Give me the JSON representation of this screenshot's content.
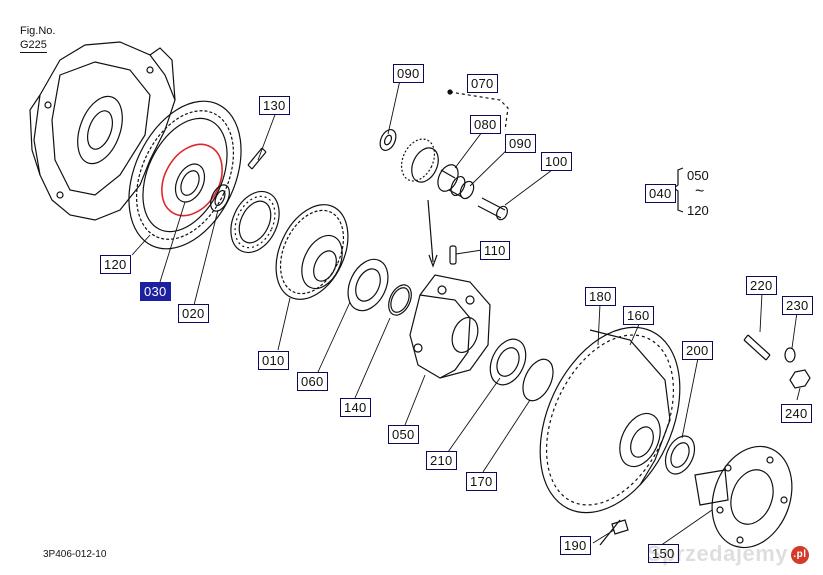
{
  "header": {
    "fig_label": "Fig.No.",
    "fig_number": "G225"
  },
  "footer": {
    "drawing_code": "3P406-012-10"
  },
  "range_note": {
    "from": "050",
    "to": "120",
    "tilde": "~"
  },
  "callouts": [
    {
      "id": "090a",
      "label": "090",
      "selected": false
    },
    {
      "id": "070",
      "label": "070",
      "selected": false
    },
    {
      "id": "130",
      "label": "130",
      "selected": false
    },
    {
      "id": "080",
      "label": "080",
      "selected": false
    },
    {
      "id": "090b",
      "label": "090",
      "selected": false
    },
    {
      "id": "100",
      "label": "100",
      "selected": false
    },
    {
      "id": "040",
      "label": "040",
      "selected": false
    },
    {
      "id": "110",
      "label": "110",
      "selected": false
    },
    {
      "id": "120",
      "label": "120",
      "selected": false
    },
    {
      "id": "030",
      "label": "030",
      "selected": true
    },
    {
      "id": "220",
      "label": "220",
      "selected": false
    },
    {
      "id": "180",
      "label": "180",
      "selected": false
    },
    {
      "id": "230",
      "label": "230",
      "selected": false
    },
    {
      "id": "020",
      "label": "020",
      "selected": false
    },
    {
      "id": "160",
      "label": "160",
      "selected": false
    },
    {
      "id": "200",
      "label": "200",
      "selected": false
    },
    {
      "id": "010",
      "label": "010",
      "selected": false
    },
    {
      "id": "060",
      "label": "060",
      "selected": false
    },
    {
      "id": "240",
      "label": "240",
      "selected": false
    },
    {
      "id": "140",
      "label": "140",
      "selected": false
    },
    {
      "id": "050",
      "label": "050",
      "selected": false
    },
    {
      "id": "210",
      "label": "210",
      "selected": false
    },
    {
      "id": "170",
      "label": "170",
      "selected": false
    },
    {
      "id": "190",
      "label": "190",
      "selected": false
    },
    {
      "id": "150",
      "label": "150",
      "selected": false
    }
  ],
  "watermark": {
    "text": "Sprzedajemy",
    "badge": ".pl"
  },
  "colors": {
    "highlight": "#1c1f9e",
    "ink": "#111111",
    "selection_ring": "#e0262b"
  }
}
